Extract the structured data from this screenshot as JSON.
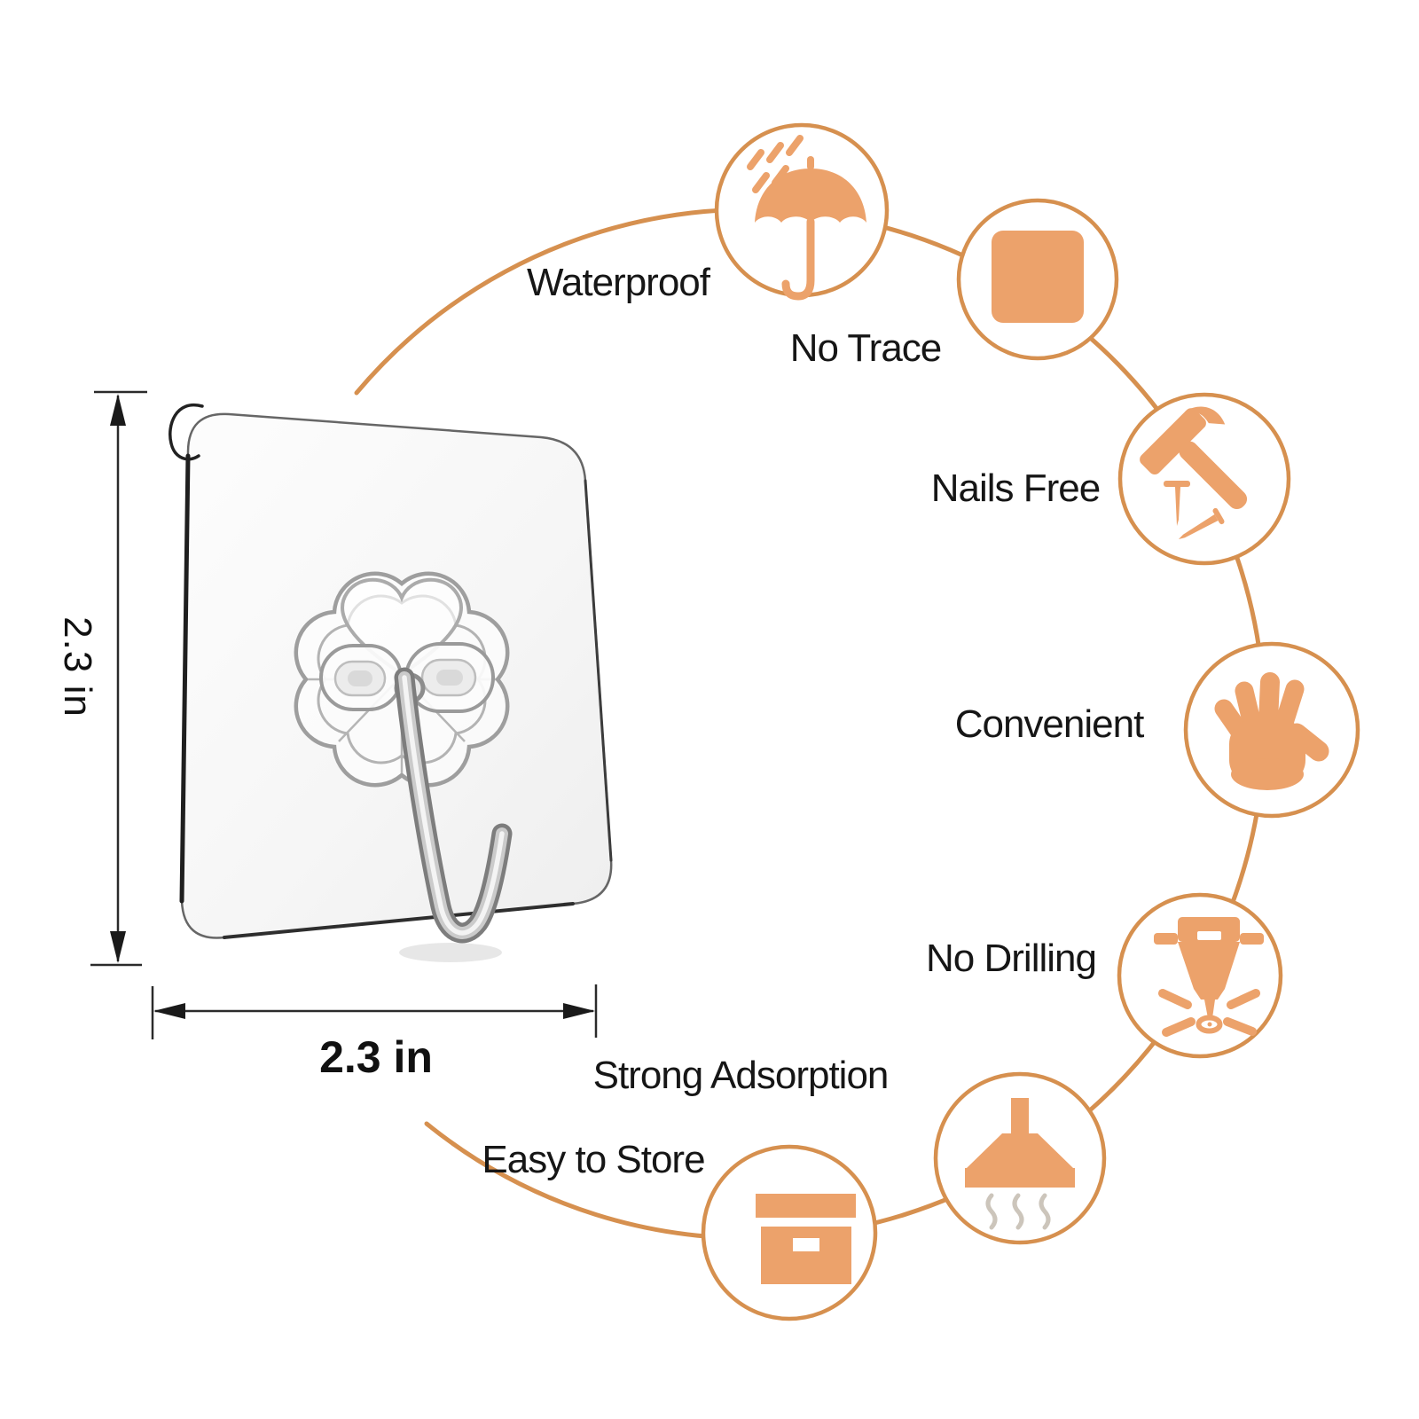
{
  "product": {
    "dimensions": {
      "height_label": "2.3 in",
      "width_label": "2.3 in"
    }
  },
  "features": [
    {
      "label": "Waterproof",
      "icon": "umbrella-rain-icon"
    },
    {
      "label": "No Trace",
      "icon": "square-icon"
    },
    {
      "label": "Nails Free",
      "icon": "hammer-nails-icon"
    },
    {
      "label": "Convenient",
      "icon": "hand-icon"
    },
    {
      "label": "No Drilling",
      "icon": "jackhammer-icon"
    },
    {
      "label": "Strong Adsorption",
      "icon": "range-hood-icon"
    },
    {
      "label": "Easy to Store",
      "icon": "storage-box-icon"
    }
  ],
  "colors": {
    "accent": "#ECA26B",
    "ring_stroke": "#D6904F",
    "steam": "#CCC5BB",
    "label_text": "#161616",
    "dimension_text": "#111111"
  }
}
